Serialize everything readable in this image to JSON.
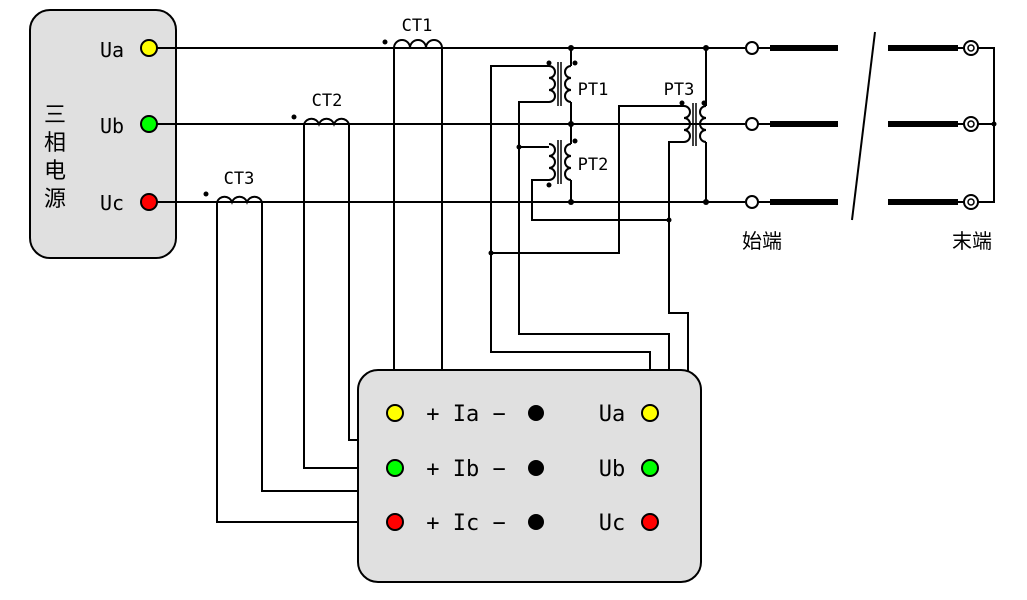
{
  "source_box": {
    "title": "三相电源",
    "terminals": [
      {
        "label": "Ua",
        "color": "#ffff00"
      },
      {
        "label": "Ub",
        "color": "#00ff00"
      },
      {
        "label": "Uc",
        "color": "#ff0000"
      }
    ]
  },
  "transformers": {
    "ct1": "CT1",
    "ct2": "CT2",
    "ct3": "CT3",
    "pt1": "PT1",
    "pt2": "PT2",
    "pt3": "PT3"
  },
  "line_ends": {
    "start": "始端",
    "end": "末端"
  },
  "instrument": {
    "currents": [
      {
        "label": "+ Ia −",
        "color": "#ffff00"
      },
      {
        "label": "+ Ib −",
        "color": "#00ff00"
      },
      {
        "label": "+ Ic −",
        "color": "#ff0000"
      }
    ],
    "voltages": [
      {
        "label": "Ua",
        "color": "#ffff00"
      },
      {
        "label": "Ub",
        "color": "#00ff00"
      },
      {
        "label": "Uc",
        "color": "#ff0000"
      }
    ]
  }
}
